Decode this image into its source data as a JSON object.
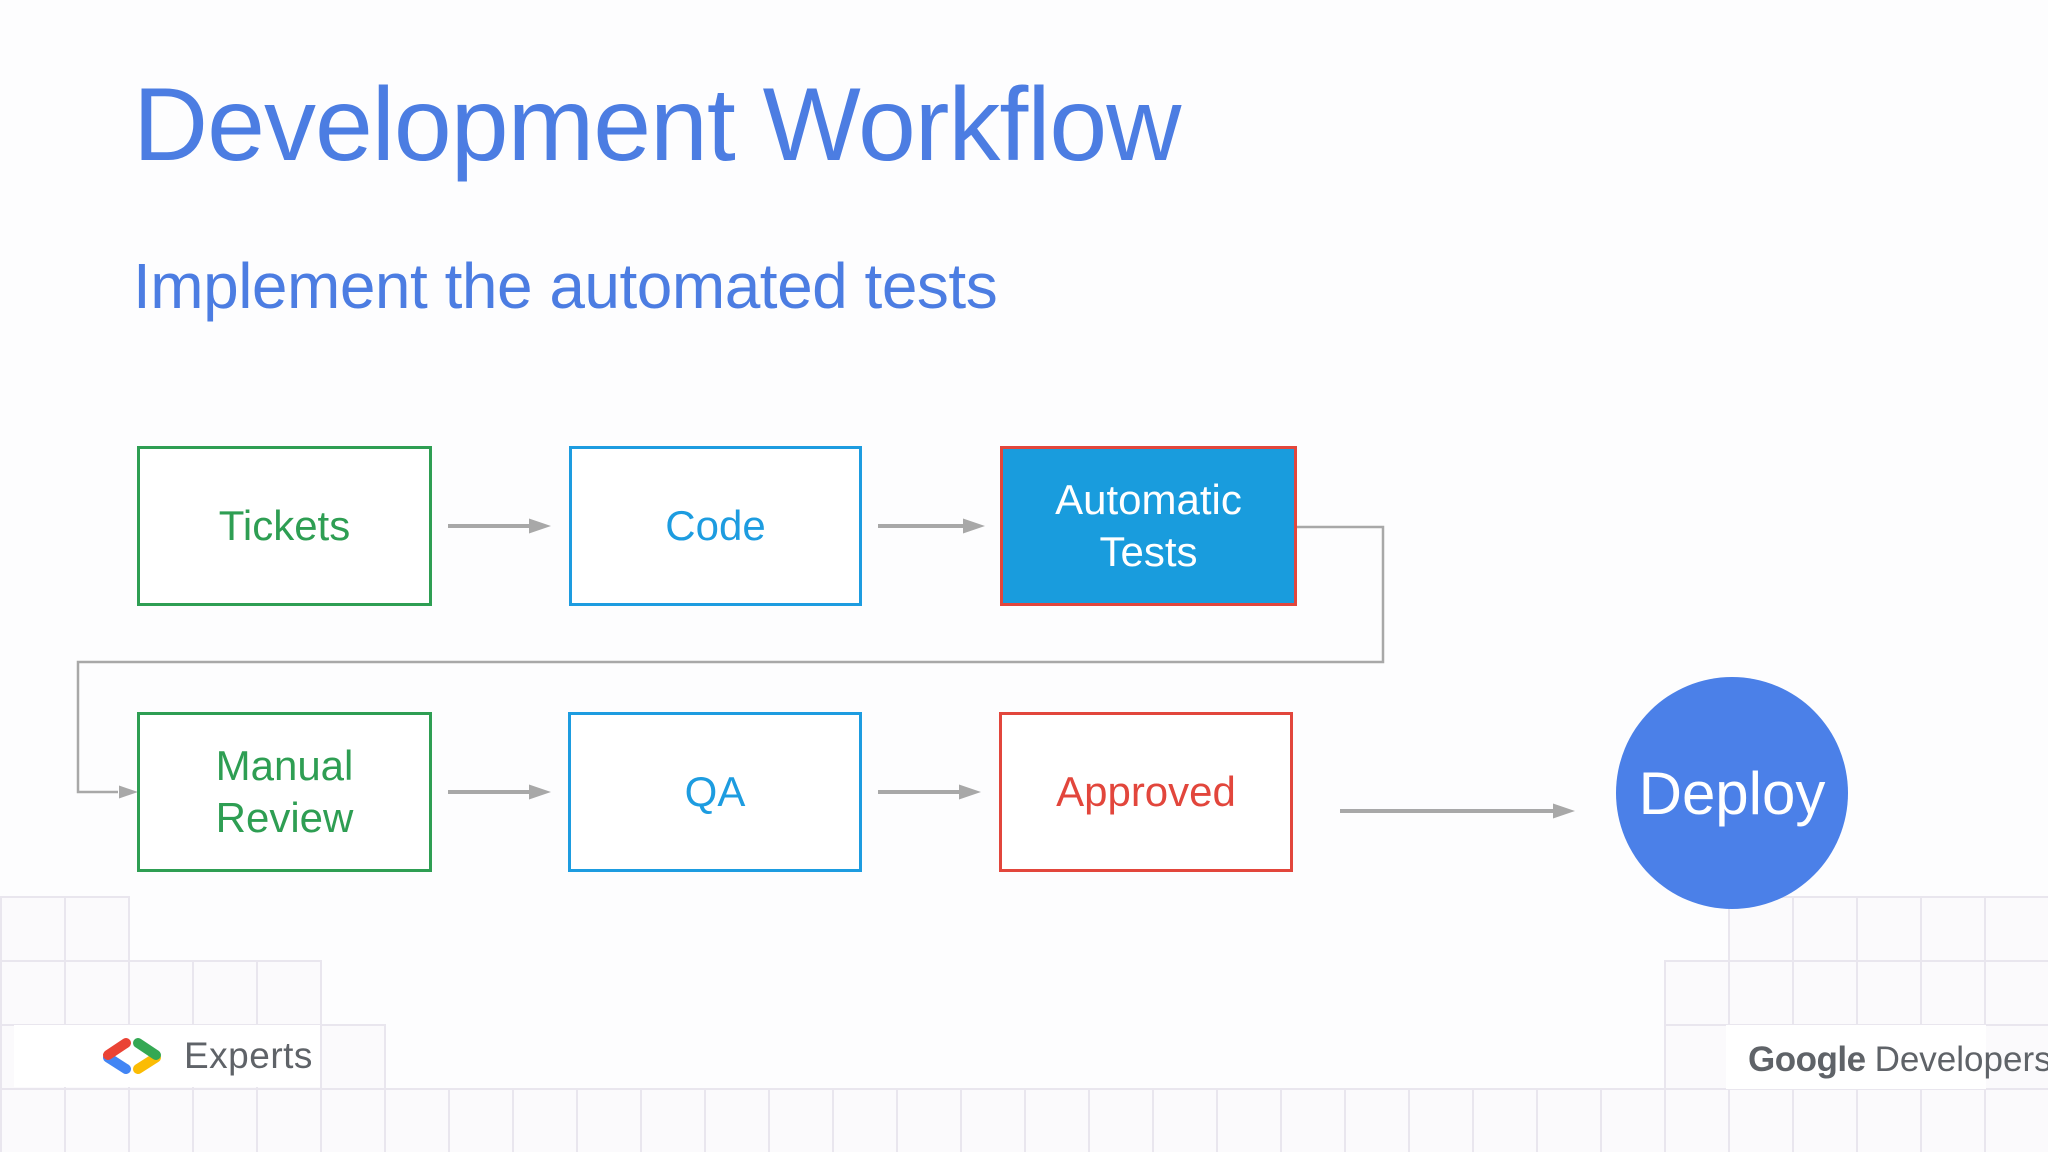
{
  "slide": {
    "title": "Development Workflow",
    "subtitle": "Implement the automated tests"
  },
  "flowchart": {
    "nodes": [
      {
        "label": "Tickets",
        "style": "green-outline"
      },
      {
        "label": "Code",
        "style": "blue-outline"
      },
      {
        "label": "Automatic Tests",
        "style": "blue-filled-red-border"
      },
      {
        "label": "Manual Review",
        "style": "green-outline"
      },
      {
        "label": "QA",
        "style": "blue-outline"
      },
      {
        "label": "Approved",
        "style": "red-outline"
      },
      {
        "label": "Deploy",
        "style": "blue-circle"
      }
    ],
    "edges": [
      {
        "from": "Tickets",
        "to": "Code"
      },
      {
        "from": "Code",
        "to": "Automatic Tests"
      },
      {
        "from": "Automatic Tests",
        "to": "Manual Review",
        "type": "elbow"
      },
      {
        "from": "Manual Review",
        "to": "QA"
      },
      {
        "from": "QA",
        "to": "Approved"
      },
      {
        "from": "Approved",
        "to": "Deploy"
      }
    ]
  },
  "footer": {
    "experts_label": "Experts",
    "brand_name": "Google",
    "brand_suffix": "Developers"
  },
  "colors": {
    "title-blue": "#4c7de2",
    "node-green": "#2e9e53",
    "node-blue": "#1d9ce0",
    "node-blue-fill": "#199cdd",
    "node-red": "#e2463c",
    "circle-blue": "#4b80e8",
    "arrow-gray": "#a8a8a8",
    "footer-gray": "#5f6368",
    "g-red": "#EA4335",
    "g-blue": "#4285F4",
    "g-green": "#34A853",
    "g-yellow": "#FBBC04"
  }
}
